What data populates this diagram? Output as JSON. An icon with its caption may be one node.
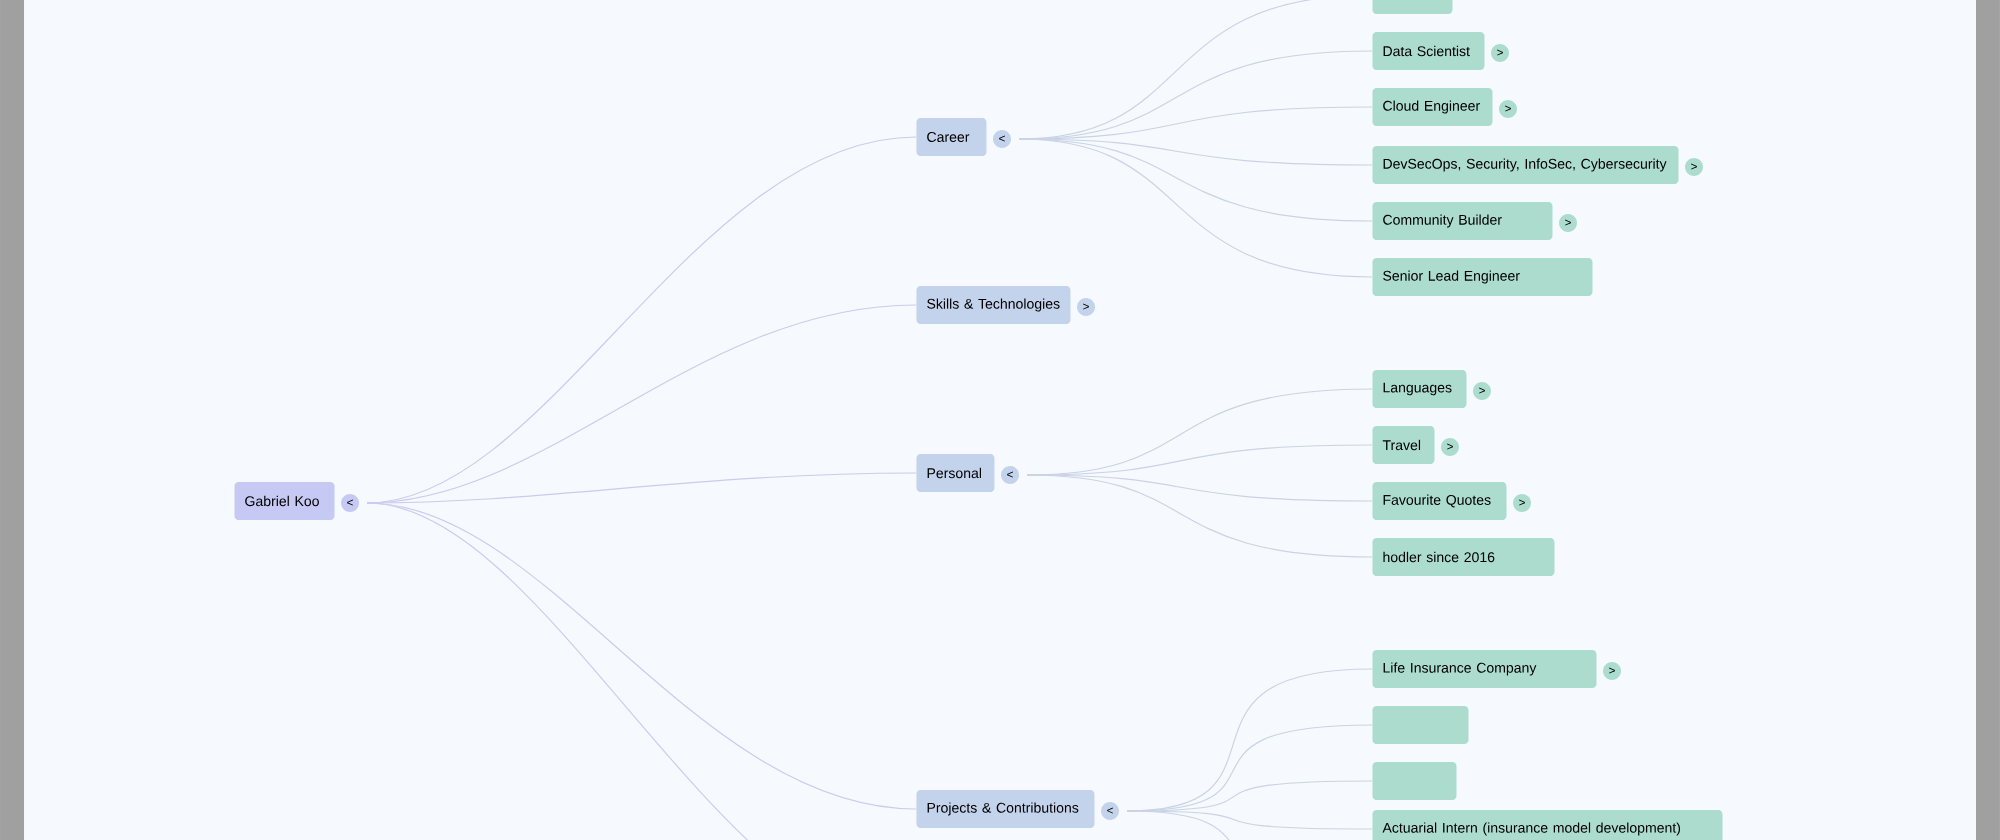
{
  "diagram": {
    "nodes": [
      {
        "text": [
          "Gabriel Koo"
        ],
        "beside": [
          "<"
        ]
      },
      {
        "text": [
          "Career"
        ],
        "beside": [
          "<"
        ]
      },
      {
        "text": [],
        "shape": "box"
      },
      {
        "text": [
          "Data Scientist"
        ],
        "beside": [
          ">"
        ]
      },
      {
        "text": [
          "Cloud Engineer"
        ],
        "beside": [
          ">"
        ]
      },
      {
        "text": [
          "DevSecOps, Security, InfoSec, Cybersecurity"
        ],
        "beside": [
          ">"
        ]
      },
      {
        "text": [
          "Community Builder"
        ],
        "beside": [
          ">"
        ]
      },
      {
        "text": [
          "Senior Lead Engineer"
        ]
      },
      {
        "text": [
          "Skills & Technologies"
        ],
        "beside": [
          ">"
        ]
      },
      {
        "text": [
          "Personal"
        ],
        "beside": [
          "<"
        ]
      },
      {
        "text": [
          "Languages"
        ],
        "beside": [
          ">"
        ]
      },
      {
        "text": [
          "Travel"
        ],
        "beside": [
          ">"
        ]
      },
      {
        "text": [
          "Favourite Quotes"
        ],
        "beside": [
          ">"
        ]
      },
      {
        "text": [
          "hodler since 2016"
        ]
      },
      {
        "text": [
          "Projects & Contributions"
        ],
        "beside": [
          "<"
        ]
      },
      {
        "text": [
          "Life Insurance Company"
        ],
        "beside": [
          ">"
        ]
      },
      {
        "text": [],
        "shape": "box"
      },
      {
        "text": [],
        "shape": "box"
      },
      {
        "text": [
          "Actuarial Intern (insurance model development)"
        ]
      }
    ],
    "edges": [
      {
        "from": 0,
        "to": 1,
        "arrow": "none",
        "color": "#c9cbf0"
      },
      {
        "from": 0,
        "to": 8,
        "arrow": "none",
        "color": "#c9cbf0"
      },
      {
        "from": 0,
        "to": 9,
        "arrow": "none",
        "color": "#c9cbf0"
      },
      {
        "from": 0,
        "to": 14,
        "arrow": "none",
        "color": "#c9cbf0"
      },
      {
        "from": 0,
        "to": null,
        "arrow": "none",
        "color": "#c9cbf0"
      },
      {
        "from": 1,
        "to": 2,
        "arrow": "none"
      },
      {
        "from": 1,
        "to": 3,
        "arrow": "none"
      },
      {
        "from": 1,
        "to": 4,
        "arrow": "none"
      },
      {
        "from": 1,
        "to": 5,
        "arrow": "none"
      },
      {
        "from": 1,
        "to": 6,
        "arrow": "none"
      },
      {
        "from": 1,
        "to": 7,
        "arrow": "none"
      },
      {
        "from": 9,
        "to": 10,
        "arrow": "none"
      },
      {
        "from": 9,
        "to": 11,
        "arrow": "none"
      },
      {
        "from": 9,
        "to": 12,
        "arrow": "none"
      },
      {
        "from": 9,
        "to": 13,
        "arrow": "none"
      },
      {
        "from": 14,
        "to": 15,
        "arrow": "none"
      },
      {
        "from": 14,
        "to": 16,
        "arrow": "none"
      },
      {
        "from": 14,
        "to": 17,
        "arrow": "none"
      },
      {
        "from": 14,
        "to": 18,
        "arrow": "none"
      },
      {
        "from": 14,
        "to": null,
        "arrow": "none"
      }
    ]
  }
}
